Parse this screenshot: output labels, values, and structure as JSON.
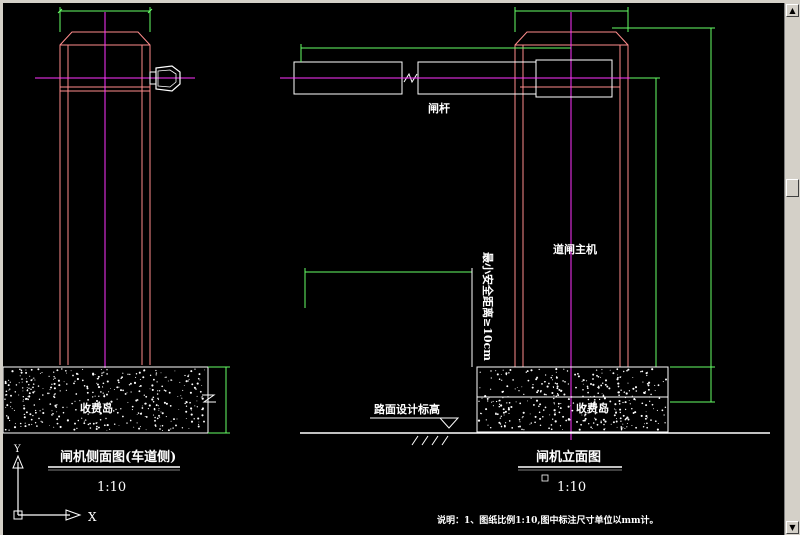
{
  "drawing": {
    "labels": {
      "gate_bar": "闸杆",
      "gate_host": "道闸主机",
      "min_safe_distance": "最小安全距离≥10cm",
      "toll_island_left": "收费岛",
      "toll_island_right": "收费岛",
      "road_design_elevation": "路面设计标高",
      "left_view_title": "闸机侧面图(车道侧)",
      "left_scale": "1:10",
      "right_view_title": "闸机立面图",
      "right_scale": "1:10",
      "note": "说明：1、图纸比例1:10,图中标注尺寸单位以mm计。",
      "ucs_x": "X",
      "ucs_y": "Y"
    },
    "colors": {
      "background": "#000000",
      "outline": "#ffffff",
      "post_edge": "#ff8c8c",
      "center_line": "#ff33ff",
      "dimension": "#66ff66",
      "frame": "#d4d0c8"
    }
  },
  "ui": {
    "scrollbar_up": "▲",
    "scrollbar_down": "▼"
  }
}
